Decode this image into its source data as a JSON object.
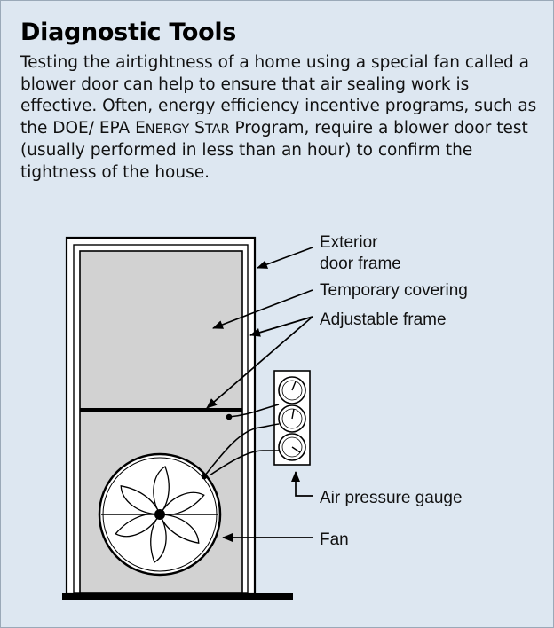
{
  "panel": {
    "title": "Diagnostic Tools",
    "paragraph": {
      "part1": "Testing the airtightness of a home using a special fan called a blower door can help to ensure that air sealing work is effective.  Often, energy efficiency incentive programs, such as the DOE/ EPA ",
      "energy_e": "E",
      "energy_rest": "NERGY",
      "star_s": " S",
      "star_rest": "TAR",
      "part2": " Program, require a blower door test (usually performed in less than an hour) to confirm the tightness of the house."
    }
  },
  "labels": {
    "exterior_line1": "Exterior",
    "exterior_line2": "door frame",
    "temporary_covering": "Temporary covering",
    "adjustable_frame": "Adjustable frame",
    "air_pressure_gauge": "Air pressure gauge",
    "fan": "Fan"
  },
  "colors": {
    "background": "#dde7f1",
    "covering_fill": "#d2d2d2",
    "line": "#000000"
  }
}
